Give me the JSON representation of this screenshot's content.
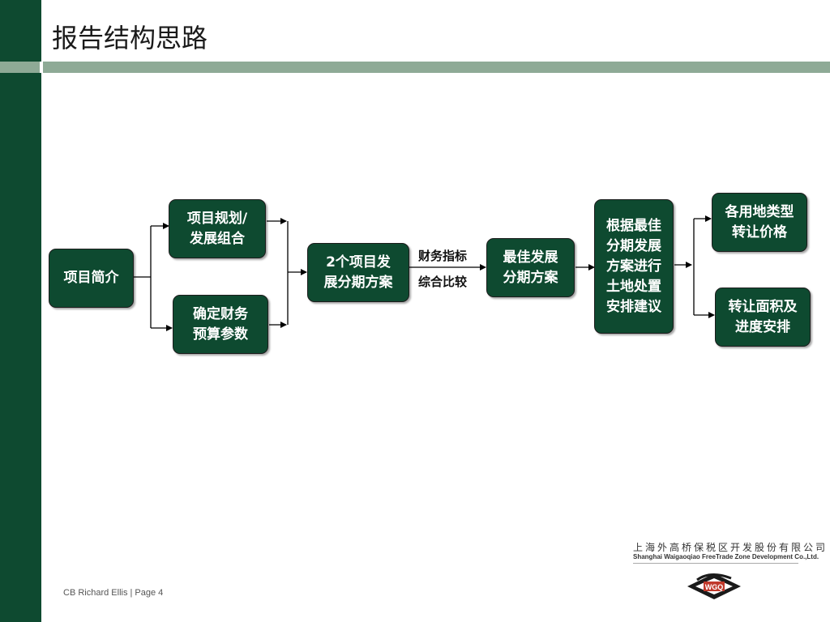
{
  "page": {
    "title": "报告结构思路"
  },
  "diagram": {
    "nodes": {
      "intro": "项目简介",
      "planning": "项目规划/\n发展组合",
      "finance": "确定财务\n预算参数",
      "phasing": "2个项目发\n展分期方案",
      "best": "最佳发展\n分期方案",
      "disposal": "根据最佳\n分期发展\n方案进行\n土地处置\n安排建议",
      "price": "各用地类型\n转让价格",
      "area": "转让面积及\n进度安排"
    },
    "edge_labels": {
      "line1": "财务指标",
      "line2": "综合比较"
    }
  },
  "footer": {
    "text": "CB Richard Ellis | Page 4"
  },
  "logo": {
    "cn": "上海外高桥保税区开发股份有限公司",
    "en": "Shanghai Waigaoqiao FreeTrade Zone Development Co.,Ltd.",
    "mark": "WGQ"
  },
  "colors": {
    "brand_green": "#0e4a30",
    "divider": "#8eaa96"
  }
}
